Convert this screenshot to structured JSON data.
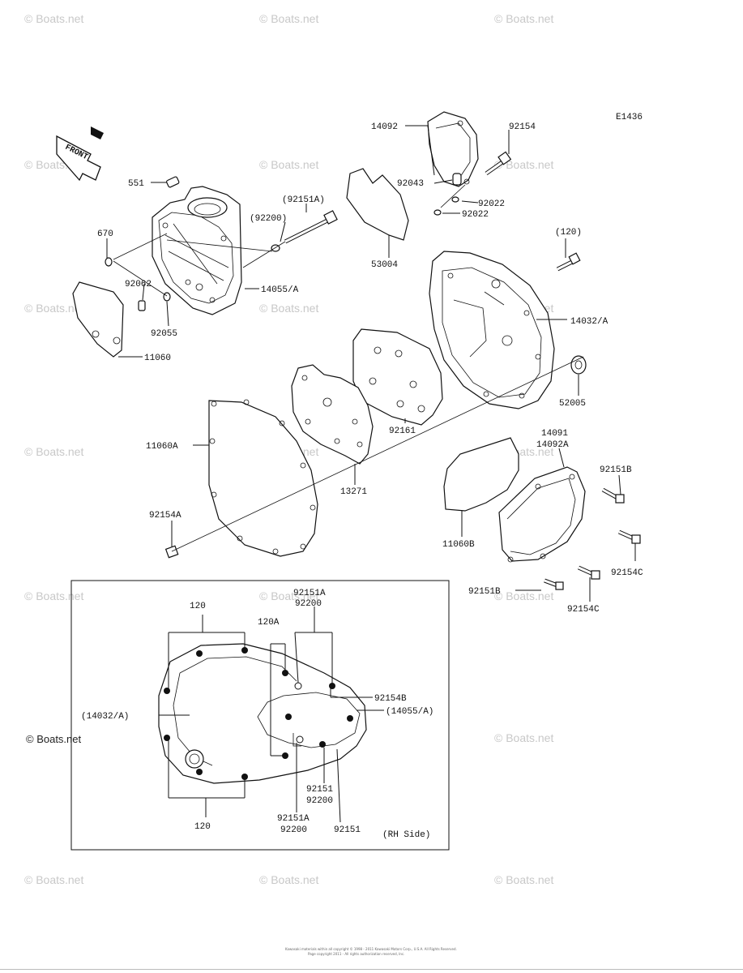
{
  "diagram_code": "E1436",
  "front_label": "FRONT",
  "watermark": "© Boats.net",
  "footer_lines": [
    "Kawasaki materials within all copyright © 1998 - 2011 Kawasaki Motors Corp., U.S.A. All Rights Reserved.",
    "Page copyright 2011 - All rights authorization reserved, Inc."
  ],
  "part_labels": {
    "p14092": "14092",
    "p92154": "92154",
    "p551": "551",
    "p92151A": "(92151A)",
    "p92200": "(92200)",
    "p92043": "92043",
    "p92022a": "92022",
    "p92022b": "92022",
    "p670": "670",
    "p53004": "53004",
    "p120": "(120)",
    "p92062": "92062",
    "p14055A": "14055/A",
    "p92055": "92055",
    "p14032A": "14032/A",
    "p11060": "11060",
    "p52005": "52005",
    "p14091": "14091",
    "p14092A": "14092A",
    "p11060A": "11060A",
    "p92161": "92161",
    "p92151B_r": "92151B",
    "p13271": "13271",
    "p11060B": "11060B",
    "p92154C_r": "92154C",
    "p92154A": "92154A",
    "p92151B_b": "92151B",
    "p92154C_b": "92154C"
  },
  "inset": {
    "l120_top": "120",
    "l92151A_top": "92151A",
    "l92200_top": "92200",
    "l120A": "120A",
    "l92154B": "92154B",
    "l14032A": "(14032/A)",
    "l14055A": "(14055/A)",
    "l92151_mid": "92151",
    "l92200_mid": "92200",
    "l92151A_bot": "92151A",
    "l92200_bot": "92200",
    "l120_bot": "120",
    "l92151_bot": "92151",
    "rh_side": "(RH Side)"
  }
}
